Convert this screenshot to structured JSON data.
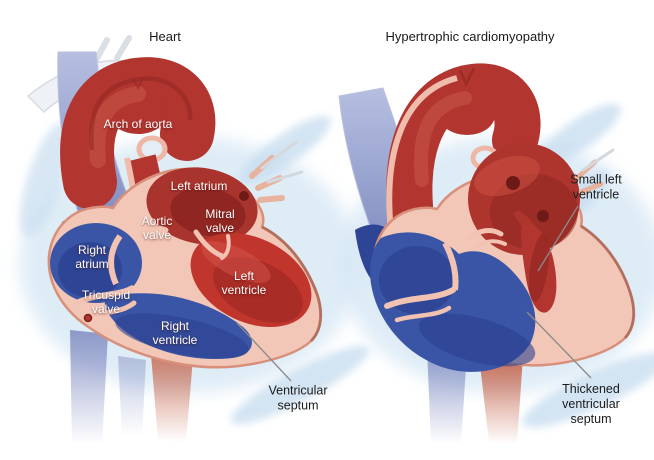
{
  "figure": {
    "left_panel": {
      "title": "Heart",
      "labels": {
        "arch_of_aorta": "Arch of aorta",
        "left_atrium": "Left atrium",
        "aortic_valve": "Aortic\nvalve",
        "mitral_valve": "Mitral\nvalve",
        "right_atrium": "Right\natrium",
        "tricuspid_valve": "Tricuspid\nvalve",
        "left_ventricle": "Left\nventricle",
        "right_ventricle": "Right\nventricle",
        "ventricular_septum": "Ventricular\nseptum"
      }
    },
    "right_panel": {
      "title": "Hypertrophic cardiomyopathy",
      "labels": {
        "small_left_ventricle": "Small left\nventricle",
        "thickened_ventricular_septum": "Thickened\nventricular\nseptum"
      }
    },
    "colors": {
      "oxygenated_red": "#b23530",
      "chamber_dark_red": "#8c2521",
      "deoxygenated_blue": "#3a55a6",
      "chamber_dark_blue": "#2b4190",
      "myocardium_pink": "#f3c7b8",
      "wall_outline_salmon": "#d8907a",
      "vessel_periwinkle": "#98a2cf",
      "glow_blue": "#d4e6f4",
      "label_white": "#ffffff",
      "annotation_dark": "#1c1c1c",
      "leader_line_gray": "#8b8b8b"
    }
  }
}
